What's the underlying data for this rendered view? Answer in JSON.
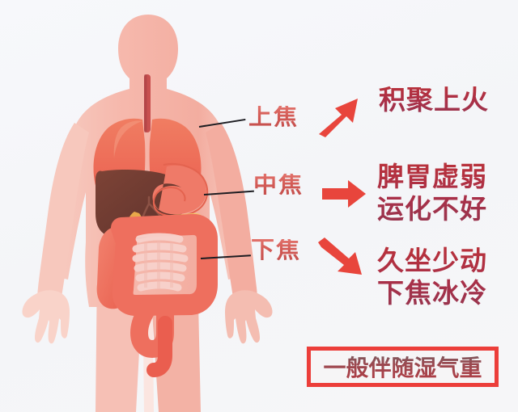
{
  "background_color": "#f5f6f9",
  "figure": {
    "name": "human-torso-anatomy-illustration",
    "body_color": "#f5b6ab",
    "organ_colors": {
      "trachea": "#c8504f",
      "lungs": "#ef6a56",
      "liver": "#6d3b33",
      "stomach": "#ef7a68",
      "pancreas": "#f2c96a",
      "gallbladder": "#e8a84a",
      "large_intestine": "#ee6f5e",
      "small_intestine": "#f4c4bd"
    }
  },
  "sections": [
    {
      "id": "upper",
      "jiao_label": "上焦",
      "arrow_icon": "arrow-up-right-icon",
      "arrow_color": "#e8453c",
      "outcome_lines": [
        "积聚上火"
      ]
    },
    {
      "id": "middle",
      "jiao_label": "中焦",
      "arrow_icon": "arrow-right-icon",
      "arrow_color": "#e8453c",
      "outcome_lines": [
        "脾胃虚弱",
        "运化不好"
      ]
    },
    {
      "id": "lower",
      "jiao_label": "下焦",
      "arrow_icon": "arrow-down-right-icon",
      "arrow_color": "#e8453c",
      "outcome_lines": [
        "久坐少动",
        "下焦冰冷"
      ]
    }
  ],
  "note": {
    "text": "一般伴随湿气重",
    "border_color": "#ec3e3a"
  }
}
